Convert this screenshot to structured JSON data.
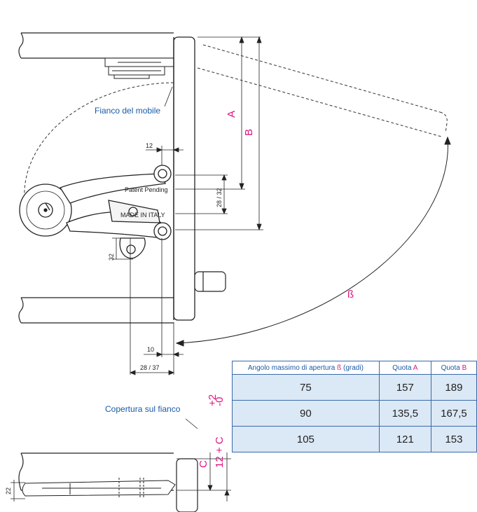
{
  "labels": {
    "fianco": "Fianco del mobile",
    "copertura": "Copertura sul fianco",
    "A": "A",
    "B": "B",
    "beta": "ß",
    "C": "C",
    "formula_main": "12 + C",
    "formula_sup": "+2",
    "formula_sub": "-0",
    "hinge_text_1": "Patent Pending",
    "hinge_text_2": "MADE IN ITALY"
  },
  "dimensions": {
    "d12": "12",
    "d28_32": "28 / 32",
    "d32": "32",
    "d10": "10",
    "d28_37": "28 / 37",
    "d22": "22"
  },
  "table": {
    "headers": {
      "col1_prefix": "Angolo massimo di apertura ",
      "col1_symbol": "ß",
      "col1_suffix": " (gradi)",
      "col2_prefix": "Quota ",
      "col2_letter": "A",
      "col3_prefix": "Quota ",
      "col3_letter": "B"
    },
    "rows": [
      {
        "angle": "75",
        "a": "157",
        "b": "189"
      },
      {
        "angle": "90",
        "a": "135,5",
        "b": "167,5"
      },
      {
        "angle": "105",
        "a": "121",
        "b": "153"
      }
    ]
  },
  "colors": {
    "label_blue": "#1a5aa6",
    "dimension_magenta": "#e0117f",
    "table_fill": "#dbe8f5",
    "table_border": "#3a6aa8"
  }
}
